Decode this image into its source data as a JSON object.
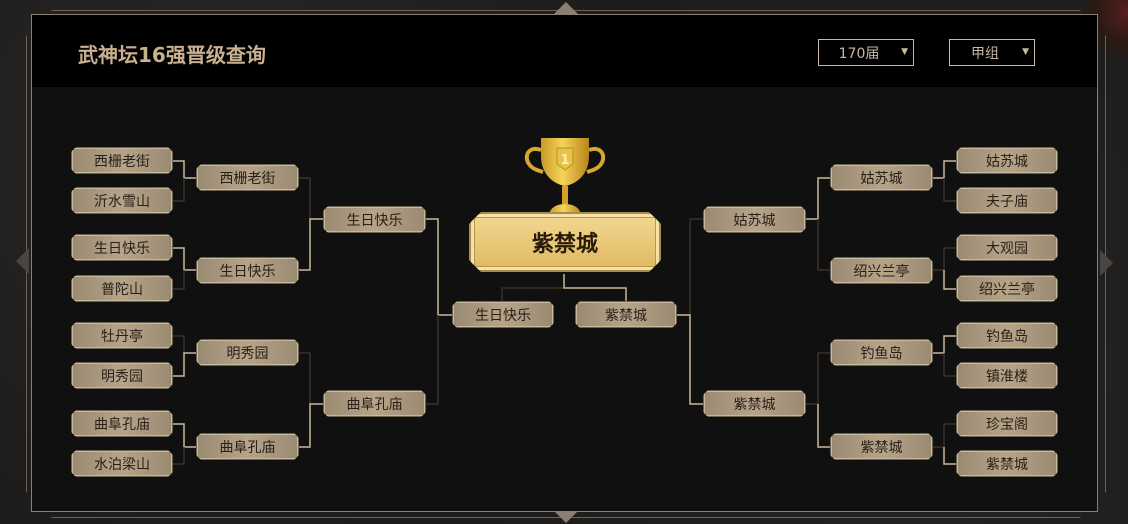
{
  "header": {
    "title": "武神坛16强晋级查询",
    "session_select": {
      "value": "170届",
      "arrow": "▼"
    },
    "group_select": {
      "value": "甲组",
      "arrow": "▼"
    }
  },
  "colors": {
    "title": "#c9b08f",
    "team_box": "#b5a489",
    "champion_box": "#e7c574",
    "win_line": "#c9b898",
    "lose_line": "#3a302a"
  },
  "bracket": {
    "left": {
      "round16": [
        "西栅老街",
        "沂水雪山",
        "生日快乐",
        "普陀山",
        "牡丹亭",
        "明秀园",
        "曲阜孔庙",
        "水泊梁山"
      ],
      "quarter": [
        "西栅老街",
        "生日快乐",
        "明秀园",
        "曲阜孔庙"
      ],
      "semi": [
        "生日快乐",
        "曲阜孔庙"
      ],
      "final": "生日快乐"
    },
    "right": {
      "round16": [
        "姑苏城",
        "夫子庙",
        "大观园",
        "绍兴兰亭",
        "钓鱼岛",
        "镇淮楼",
        "珍宝阁",
        "紫禁城"
      ],
      "quarter": [
        "姑苏城",
        "绍兴兰亭",
        "钓鱼岛",
        "紫禁城"
      ],
      "semi": [
        "姑苏城",
        "紫禁城"
      ],
      "final": "紫禁城"
    },
    "champion": "紫禁城",
    "trophy_rank": "1"
  }
}
